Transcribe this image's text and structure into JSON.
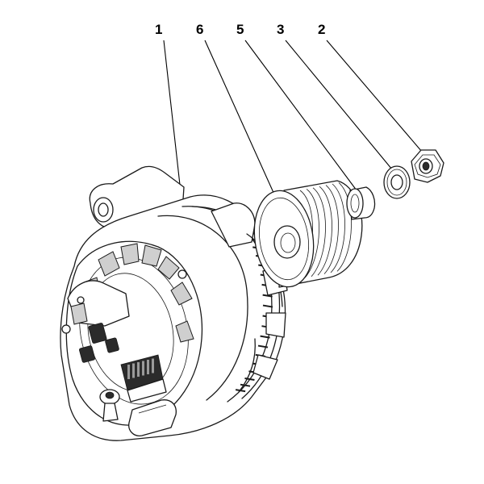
{
  "callouts": [
    {
      "label": "1",
      "part": "alternator"
    },
    {
      "label": "6",
      "part": "pulley"
    },
    {
      "label": "5",
      "part": "spacer-sleeve"
    },
    {
      "label": "3",
      "part": "washer"
    },
    {
      "label": "2",
      "part": "nut"
    }
  ]
}
